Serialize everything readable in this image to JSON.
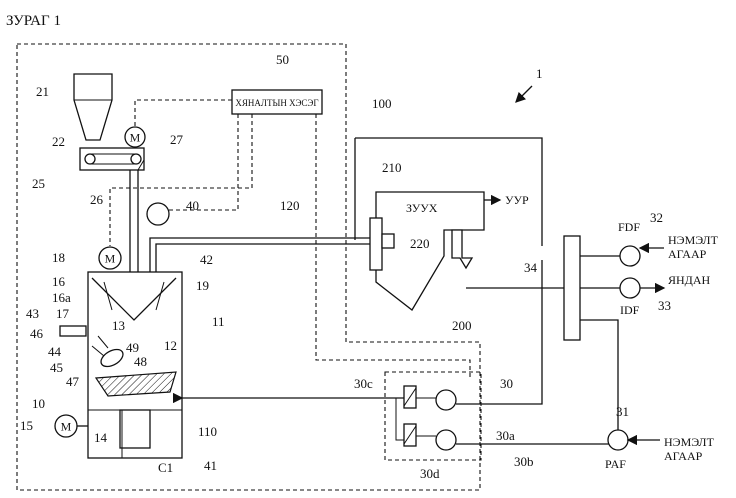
{
  "figure_title": "ЗУРАГ 1",
  "blocks": {
    "control": "ХЯНАЛТЫН ХЭСЭГ",
    "boiler": "ЗУУХ",
    "steam": "УУР",
    "chimney": "ЯНДАН",
    "aux_air_1": [
      "НЭМЭЛТ",
      "АГААР"
    ],
    "aux_air_2": [
      "НЭМЭЛТ",
      "АГААР"
    ],
    "fdf": "FDF",
    "idf": "IDF",
    "paf": "PAF",
    "motor_symbol": "M"
  },
  "refs": {
    "r1": "1",
    "r50": "50",
    "r100": "100",
    "r21": "21",
    "r22": "22",
    "r27": "27",
    "r25": "25",
    "r26": "26",
    "r40": "40",
    "r120": "120",
    "r210": "210",
    "r32": "32",
    "r18": "18",
    "r220": "220",
    "r34": "34",
    "r42": "42",
    "r16": "16",
    "r19": "19",
    "r16a": "16a",
    "r33": "33",
    "r17": "17",
    "r11": "11",
    "r43": "43",
    "r200": "200",
    "r13": "13",
    "r46": "46",
    "r49": "49",
    "r12": "12",
    "r44": "44",
    "r48": "48",
    "r45": "45",
    "r47": "47",
    "r30c": "30c",
    "r30": "30",
    "r10": "10",
    "r110": "110",
    "r31": "31",
    "r15": "15",
    "r14": "14",
    "r30a": "30a",
    "rC1": "C1",
    "r41": "41",
    "r30d": "30d",
    "r30b": "30b"
  }
}
